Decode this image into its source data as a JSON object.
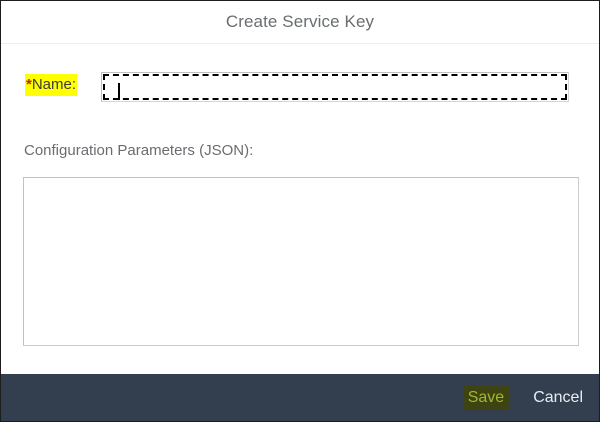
{
  "dialog": {
    "title": "Create Service Key",
    "colors": {
      "title_text": "#6a6d70",
      "highlight_yellow": "#ffff00",
      "required_star_red": "#b8240a",
      "footer_background": "#333f4f",
      "save_highlight_background": "#3d4411",
      "save_text": "#a4b62c",
      "cancel_text": "#e8edf2",
      "input_border": "#bfbfbf",
      "textarea_border": "#c9ccce",
      "focus_outline": "#000000"
    }
  },
  "form": {
    "name_field": {
      "required_marker": "*",
      "label": "Name:",
      "value": "",
      "placeholder": "",
      "focused": true
    },
    "config_field": {
      "label": "Configuration Parameters (JSON):",
      "value": "",
      "placeholder": ""
    }
  },
  "footer": {
    "save_label": "Save",
    "cancel_label": "Cancel"
  }
}
